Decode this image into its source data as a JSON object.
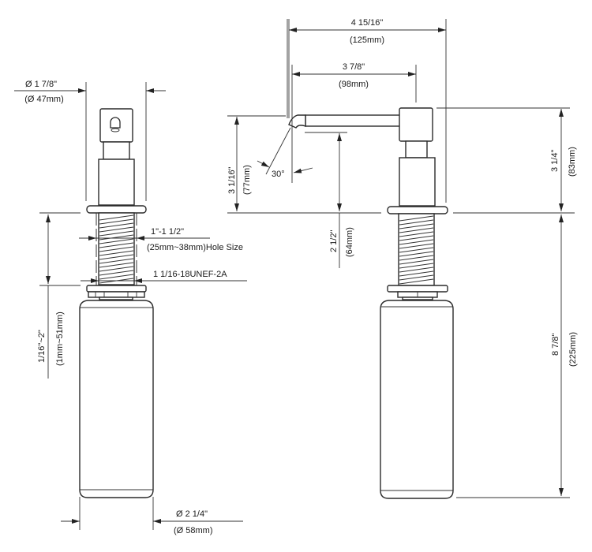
{
  "drawing": {
    "title": "Soap dispenser dimension drawing",
    "colors": {
      "line": "#2a2a2a",
      "background": "#ffffff"
    }
  },
  "front_view": {
    "head_diameter": {
      "imperial": "Ø 1 7/8\"",
      "metric": "(Ø 47mm)"
    },
    "hole_size": {
      "imperial": "1\"-1 1/2\"",
      "metric": "(25mm~38mm)Hole Size"
    },
    "thread_spec": "1 1/16-18UNEF-2A",
    "counter_thickness": {
      "imperial": "1/16\"~2\"",
      "metric": "(1mm~51mm)"
    },
    "bottle_diameter": {
      "imperial": "Ø 2 1/4\"",
      "metric": "(Ø 58mm)"
    }
  },
  "side_view": {
    "overall_reach": {
      "imperial": "4 15/16\"",
      "metric": "(125mm)"
    },
    "spout_reach": {
      "imperial": "3 7/8\"",
      "metric": "(98mm)"
    },
    "spout_height": {
      "imperial": "3 1/16\"",
      "metric": "(77mm)"
    },
    "spout_angle": "30°",
    "clearance": {
      "imperial": "2 1/2\"",
      "metric": "(64mm)"
    },
    "above_deck_height": {
      "imperial": "3 1/4\"",
      "metric": "(83mm)"
    },
    "below_deck_length": {
      "imperial": "8 7/8\"",
      "metric": "(225mm)"
    }
  }
}
